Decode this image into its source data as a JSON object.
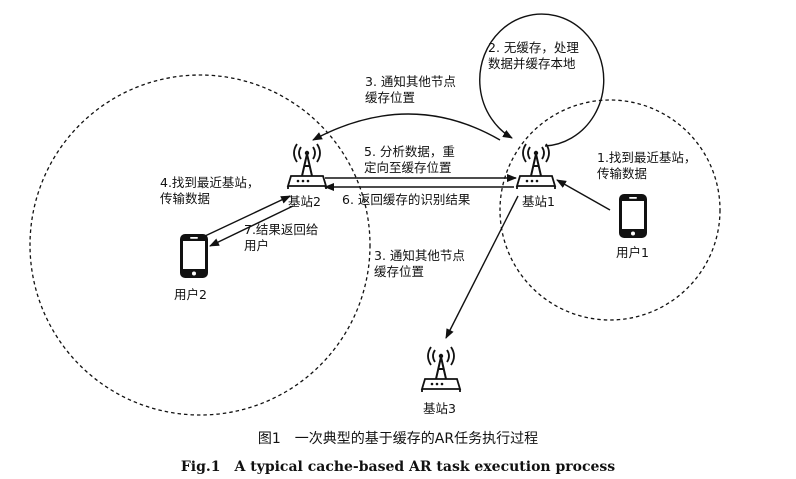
{
  "figure": {
    "caption_cn": "图1　一次典型的基于缓存的AR任务执行过程",
    "caption_en": "Fig.1　A typical cache-based AR task execution process"
  },
  "nodes": {
    "bs1": "基站1",
    "bs2": "基站2",
    "bs3": "基站3",
    "user1": "用户1",
    "user2": "用户2"
  },
  "steps": {
    "step1": [
      "1.找到最近基站，",
      "传输数据"
    ],
    "step2": [
      "2. 无缓存，处理",
      "数据并缓存本地"
    ],
    "step3_top": [
      "3. 通知其他节点",
      "缓存位置"
    ],
    "step3_bottom": [
      "3. 通知其他节点",
      "缓存位置"
    ],
    "step4": [
      "4.找到最近基站，",
      "传输数据"
    ],
    "step5": [
      "5. 分析数据，重",
      "定向至缓存位置"
    ],
    "step6": "6. 返回缓存的识别结果",
    "step7": [
      "7.结果返回给",
      "用户"
    ]
  }
}
